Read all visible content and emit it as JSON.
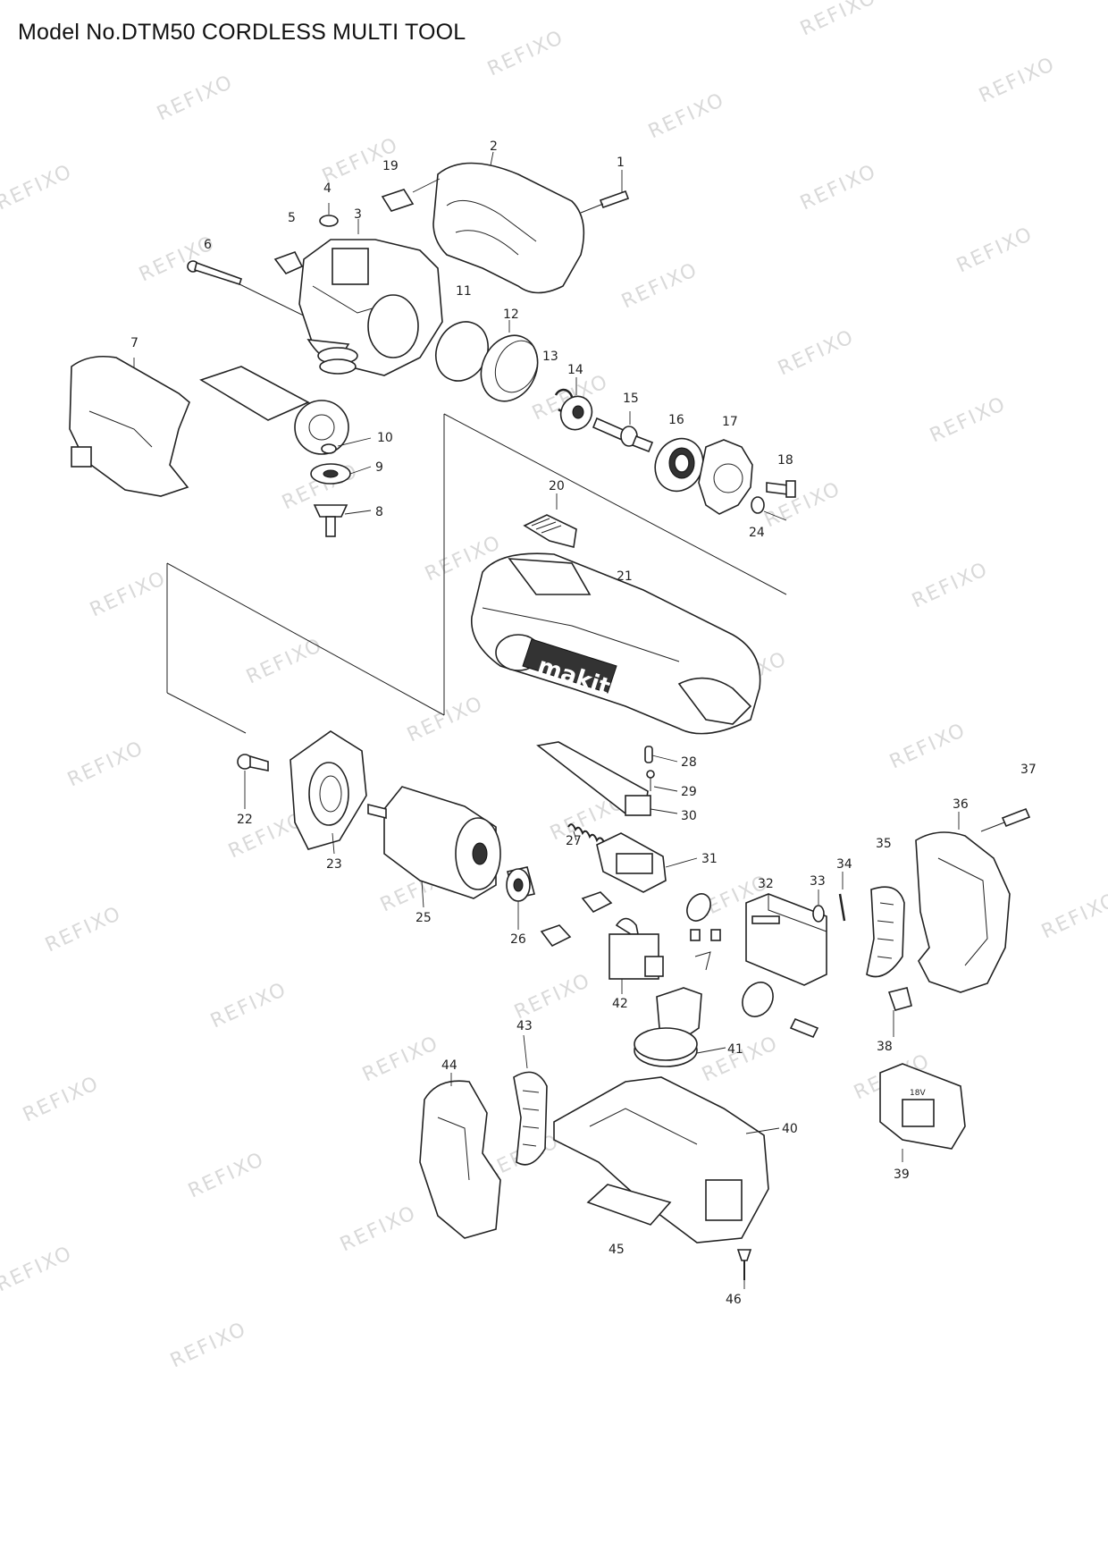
{
  "header": {
    "title": "Model No.DTM50 CORDLESS MULTI TOOL"
  },
  "watermark": {
    "text": "REFIXO"
  },
  "logo": {
    "text": "makita"
  },
  "badge": {
    "text": "18V"
  },
  "callouts": [
    "1",
    "2",
    "3",
    "4",
    "5",
    "6",
    "7",
    "8",
    "9",
    "10",
    "11",
    "12",
    "13",
    "14",
    "15",
    "16",
    "17",
    "18",
    "19",
    "20",
    "21",
    "22",
    "23",
    "24",
    "25",
    "26",
    "27",
    "28",
    "29",
    "30",
    "31",
    "32",
    "33",
    "34",
    "35",
    "36",
    "37",
    "38",
    "39",
    "40",
    "41",
    "42",
    "43",
    "44",
    "45",
    "46"
  ]
}
